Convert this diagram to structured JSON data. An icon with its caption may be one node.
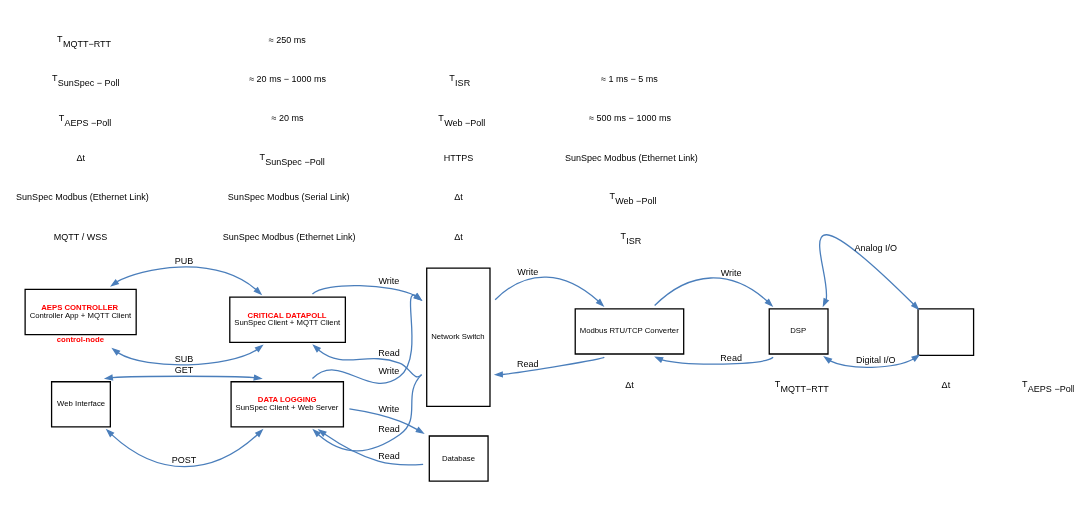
{
  "diagram": {
    "nodes": [
      {
        "text": [
          "AEPS CONTROLLER",
          "Controller App + MQTT Client"
        ],
        "beside": [
          "control-node"
        ]
      },
      {
        "text": [
          "CRITICAL DATAPOLL",
          "SunSpec Client + MQTT Client"
        ]
      },
      {
        "text": [
          "Web Interface"
        ]
      },
      {
        "text": [
          "DATA LOGGING",
          "SunSpec Client + Web Server"
        ]
      },
      {
        "text": [
          "Database"
        ]
      },
      {
        "text": [
          "Network Switch"
        ]
      },
      {
        "text": [
          "Modbus RTU/TCP Converter"
        ]
      },
      {
        "text": [
          "DSP"
        ]
      },
      {
        "text": [],
        "shape": "box"
      }
    ],
    "edges": [
      {
        "from": 0,
        "to": 1,
        "arrow": "both",
        "label": "PUB"
      },
      {
        "from": 0,
        "to": 1,
        "arrow": "both",
        "label": "SUB"
      },
      {
        "from": 1,
        "to": 5,
        "arrow": "to",
        "label": "Write"
      },
      {
        "from": 5,
        "to": 1,
        "arrow": "to",
        "label": "Read"
      },
      {
        "from": 2,
        "to": 3,
        "arrow": "both",
        "label": "GET"
      },
      {
        "from": 2,
        "to": 3,
        "arrow": "both",
        "label": "POST"
      },
      {
        "from": 3,
        "to": 5,
        "arrow": "to",
        "label": "Write"
      },
      {
        "from": 5,
        "to": 3,
        "arrow": "to",
        "label": "Read"
      },
      {
        "from": 4,
        "to": 3,
        "arrow": "to",
        "label": "Read"
      },
      {
        "from": 3,
        "to": 4,
        "arrow": "to",
        "label": "Write"
      },
      {
        "from": 5,
        "to": 6,
        "arrow": "to",
        "label": "Write"
      },
      {
        "from": 6,
        "to": 5,
        "arrow": "to",
        "label": "Read"
      },
      {
        "from": 6,
        "to": 7,
        "arrow": "to",
        "label": "Write"
      },
      {
        "from": 7,
        "to": 6,
        "arrow": "to",
        "label": "Read"
      },
      {
        "from": 7,
        "to": 8,
        "arrow": "both",
        "label": "Analog I/O"
      },
      {
        "from": 7,
        "to": 8,
        "arrow": "both",
        "label": "Digital I/O"
      }
    ],
    "labels": [
      "Δt",
      "T$_{MQTT−RTT}$",
      "Δt",
      "T$_{AEPS −Poll}$",
      "MQTT / WSS",
      "SunSpec Modbus (Ethernet Link)",
      "Δt",
      "T$_{ISR}$",
      "SunSpec Modbus (Ethernet Link)",
      "SunSpec Modbus (Serial Link)",
      "Δt",
      "T$_{Web −Poll}$",
      "Δt",
      "T$_{SunSpec −Poll}$",
      "HTTPS",
      "SunSpec Modbus (Ethernet Link)",
      "T$_{AEPS −Poll}$",
      "≈ 20 ms",
      "T$_{Web −Poll}$",
      "≈ 500 ms − 1000 ms",
      "T$_{SunSpec − Poll}$",
      "≈ 20 ms − 1000 ms",
      "T$_{ISR}$",
      "≈ 1 ms − 5 ms",
      "T$_{MQTT−RTT}$",
      "≈ 250 ms"
    ]
  }
}
